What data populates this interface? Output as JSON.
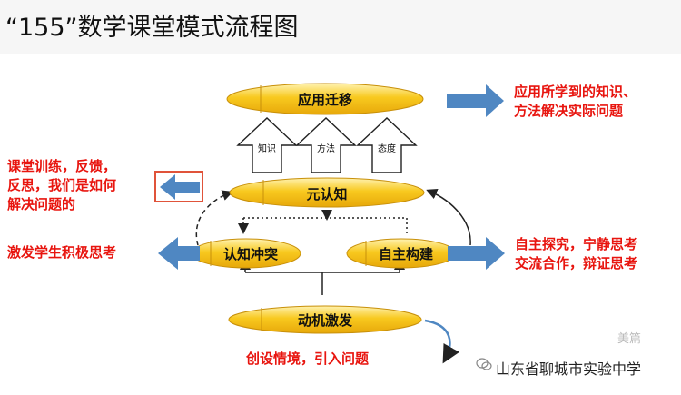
{
  "title": "“155”数学课堂模式流程图",
  "nodes": {
    "apply": "应用迁移",
    "meta": "元认知",
    "conflict": "认知冲突",
    "construct": "自主构建",
    "motivate": "动机激发"
  },
  "up_arrows": [
    "知识",
    "方法",
    "态度"
  ],
  "notes": {
    "apply": "应用所学到的知识、\n方法解决实际问题",
    "meta": "课堂训练，反馈，\n反思，我们是如何\n解决问题的",
    "conflict": "激发学生积极思考",
    "construct": "自主探究，宁静思考\n交流合作，辩证思考",
    "motivate": "创设情境，引入问题"
  },
  "watermark": "美篇",
  "footer": "山东省聊城市实验中学",
  "colors": {
    "oval": "#f6c21a",
    "oval_light": "#fde58a",
    "note_red": "#e8150f",
    "blue_arrow": "#4f87c2",
    "box_outline": "#e0533a"
  }
}
